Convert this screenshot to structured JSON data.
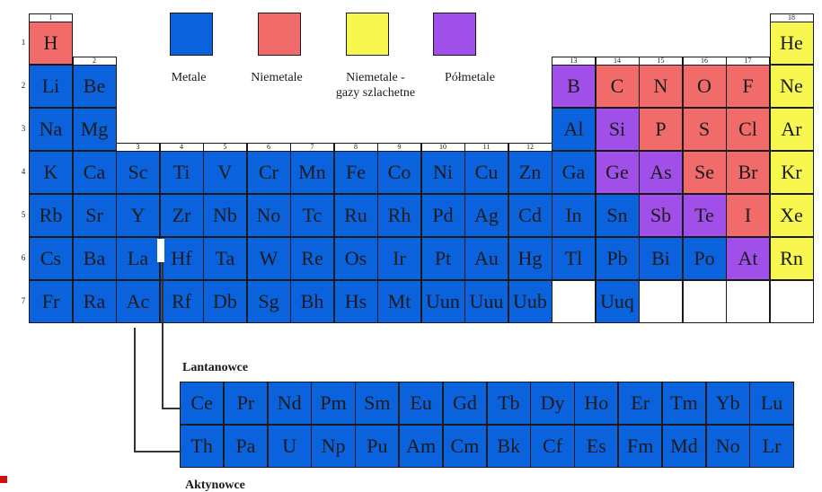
{
  "legend": [
    {
      "label": "Metale",
      "color": "#0a63dc"
    },
    {
      "label": "Niemetale",
      "color": "#f26b6b"
    },
    {
      "label": "Niemetale -\ngazy szlachetne",
      "color": "#f7f750"
    },
    {
      "label": "Półmetale",
      "color": "#a050e8"
    }
  ],
  "group_numbers": [
    "1",
    "2",
    "3",
    "4",
    "5",
    "6",
    "7",
    "8",
    "9",
    "10",
    "11",
    "12",
    "13",
    "14",
    "15",
    "16",
    "17",
    "18"
  ],
  "period_numbers": [
    "1",
    "2",
    "3",
    "4",
    "5",
    "6",
    "7"
  ],
  "elements": [
    {
      "s": "H",
      "t": "nonmetal",
      "r": 1,
      "c": 1
    },
    {
      "s": "He",
      "t": "noble",
      "r": 1,
      "c": 18
    },
    {
      "s": "Li",
      "t": "metal",
      "r": 2,
      "c": 1
    },
    {
      "s": "Be",
      "t": "metal",
      "r": 2,
      "c": 2
    },
    {
      "s": "B",
      "t": "metalloid",
      "r": 2,
      "c": 13
    },
    {
      "s": "C",
      "t": "nonmetal",
      "r": 2,
      "c": 14
    },
    {
      "s": "N",
      "t": "nonmetal",
      "r": 2,
      "c": 15
    },
    {
      "s": "O",
      "t": "nonmetal",
      "r": 2,
      "c": 16
    },
    {
      "s": "F",
      "t": "nonmetal",
      "r": 2,
      "c": 17
    },
    {
      "s": "Ne",
      "t": "noble",
      "r": 2,
      "c": 18
    },
    {
      "s": "Na",
      "t": "metal",
      "r": 3,
      "c": 1
    },
    {
      "s": "Mg",
      "t": "metal",
      "r": 3,
      "c": 2
    },
    {
      "s": "Al",
      "t": "metal",
      "r": 3,
      "c": 13
    },
    {
      "s": "Si",
      "t": "metalloid",
      "r": 3,
      "c": 14
    },
    {
      "s": "P",
      "t": "nonmetal",
      "r": 3,
      "c": 15
    },
    {
      "s": "S",
      "t": "nonmetal",
      "r": 3,
      "c": 16
    },
    {
      "s": "Cl",
      "t": "nonmetal",
      "r": 3,
      "c": 17
    },
    {
      "s": "Ar",
      "t": "noble",
      "r": 3,
      "c": 18
    },
    {
      "s": "K",
      "t": "metal",
      "r": 4,
      "c": 1
    },
    {
      "s": "Ca",
      "t": "metal",
      "r": 4,
      "c": 2
    },
    {
      "s": "Sc",
      "t": "metal",
      "r": 4,
      "c": 3
    },
    {
      "s": "Ti",
      "t": "metal",
      "r": 4,
      "c": 4
    },
    {
      "s": "V",
      "t": "metal",
      "r": 4,
      "c": 5
    },
    {
      "s": "Cr",
      "t": "metal",
      "r": 4,
      "c": 6
    },
    {
      "s": "Mn",
      "t": "metal",
      "r": 4,
      "c": 7
    },
    {
      "s": "Fe",
      "t": "metal",
      "r": 4,
      "c": 8
    },
    {
      "s": "Co",
      "t": "metal",
      "r": 4,
      "c": 9
    },
    {
      "s": "Ni",
      "t": "metal",
      "r": 4,
      "c": 10
    },
    {
      "s": "Cu",
      "t": "metal",
      "r": 4,
      "c": 11
    },
    {
      "s": "Zn",
      "t": "metal",
      "r": 4,
      "c": 12
    },
    {
      "s": "Ga",
      "t": "metal",
      "r": 4,
      "c": 13
    },
    {
      "s": "Ge",
      "t": "metalloid",
      "r": 4,
      "c": 14
    },
    {
      "s": "As",
      "t": "metalloid",
      "r": 4,
      "c": 15
    },
    {
      "s": "Se",
      "t": "nonmetal",
      "r": 4,
      "c": 16
    },
    {
      "s": "Br",
      "t": "nonmetal",
      "r": 4,
      "c": 17
    },
    {
      "s": "Kr",
      "t": "noble",
      "r": 4,
      "c": 18
    },
    {
      "s": "Rb",
      "t": "metal",
      "r": 5,
      "c": 1
    },
    {
      "s": "Sr",
      "t": "metal",
      "r": 5,
      "c": 2
    },
    {
      "s": "Y",
      "t": "metal",
      "r": 5,
      "c": 3
    },
    {
      "s": "Zr",
      "t": "metal",
      "r": 5,
      "c": 4
    },
    {
      "s": "Nb",
      "t": "metal",
      "r": 5,
      "c": 5
    },
    {
      "s": "No",
      "t": "metal",
      "r": 5,
      "c": 6
    },
    {
      "s": "Tc",
      "t": "metal",
      "r": 5,
      "c": 7
    },
    {
      "s": "Ru",
      "t": "metal",
      "r": 5,
      "c": 8
    },
    {
      "s": "Rh",
      "t": "metal",
      "r": 5,
      "c": 9
    },
    {
      "s": "Pd",
      "t": "metal",
      "r": 5,
      "c": 10
    },
    {
      "s": "Ag",
      "t": "metal",
      "r": 5,
      "c": 11
    },
    {
      "s": "Cd",
      "t": "metal",
      "r": 5,
      "c": 12
    },
    {
      "s": "In",
      "t": "metal",
      "r": 5,
      "c": 13
    },
    {
      "s": "Sn",
      "t": "metal",
      "r": 5,
      "c": 14
    },
    {
      "s": "Sb",
      "t": "metalloid",
      "r": 5,
      "c": 15
    },
    {
      "s": "Te",
      "t": "metalloid",
      "r": 5,
      "c": 16
    },
    {
      "s": "I",
      "t": "nonmetal",
      "r": 5,
      "c": 17
    },
    {
      "s": "Xe",
      "t": "noble",
      "r": 5,
      "c": 18
    },
    {
      "s": "Cs",
      "t": "metal",
      "r": 6,
      "c": 1
    },
    {
      "s": "Ba",
      "t": "metal",
      "r": 6,
      "c": 2
    },
    {
      "s": "La",
      "t": "metal",
      "r": 6,
      "c": 3
    },
    {
      "s": "Hf",
      "t": "metal",
      "r": 6,
      "c": 4
    },
    {
      "s": "Ta",
      "t": "metal",
      "r": 6,
      "c": 5
    },
    {
      "s": "W",
      "t": "metal",
      "r": 6,
      "c": 6
    },
    {
      "s": "Re",
      "t": "metal",
      "r": 6,
      "c": 7
    },
    {
      "s": "Os",
      "t": "metal",
      "r": 6,
      "c": 8
    },
    {
      "s": "Ir",
      "t": "metal",
      "r": 6,
      "c": 9
    },
    {
      "s": "Pt",
      "t": "metal",
      "r": 6,
      "c": 10
    },
    {
      "s": "Au",
      "t": "metal",
      "r": 6,
      "c": 11
    },
    {
      "s": "Hg",
      "t": "metal",
      "r": 6,
      "c": 12
    },
    {
      "s": "Tl",
      "t": "metal",
      "r": 6,
      "c": 13
    },
    {
      "s": "Pb",
      "t": "metal",
      "r": 6,
      "c": 14
    },
    {
      "s": "Bi",
      "t": "metal",
      "r": 6,
      "c": 15
    },
    {
      "s": "Po",
      "t": "metal",
      "r": 6,
      "c": 16
    },
    {
      "s": "At",
      "t": "metalloid",
      "r": 6,
      "c": 17
    },
    {
      "s": "Rn",
      "t": "noble",
      "r": 6,
      "c": 18
    },
    {
      "s": "Fr",
      "t": "metal",
      "r": 7,
      "c": 1
    },
    {
      "s": "Ra",
      "t": "metal",
      "r": 7,
      "c": 2
    },
    {
      "s": "Ac",
      "t": "metal",
      "r": 7,
      "c": 3
    },
    {
      "s": "Rf",
      "t": "metal",
      "r": 7,
      "c": 4
    },
    {
      "s": "Db",
      "t": "metal",
      "r": 7,
      "c": 5
    },
    {
      "s": "Sg",
      "t": "metal",
      "r": 7,
      "c": 6
    },
    {
      "s": "Bh",
      "t": "metal",
      "r": 7,
      "c": 7
    },
    {
      "s": "Hs",
      "t": "metal",
      "r": 7,
      "c": 8
    },
    {
      "s": "Mt",
      "t": "metal",
      "r": 7,
      "c": 9
    },
    {
      "s": "Uun",
      "t": "metal",
      "r": 7,
      "c": 10
    },
    {
      "s": "Uuu",
      "t": "metal",
      "r": 7,
      "c": 11
    },
    {
      "s": "Uub",
      "t": "metal",
      "r": 7,
      "c": 12
    },
    {
      "s": "",
      "t": "empty",
      "r": 7,
      "c": 13
    },
    {
      "s": "Uuq",
      "t": "metal",
      "r": 7,
      "c": 14
    },
    {
      "s": "",
      "t": "empty",
      "r": 7,
      "c": 15
    },
    {
      "s": "",
      "t": "empty",
      "r": 7,
      "c": 16
    },
    {
      "s": "",
      "t": "empty",
      "r": 7,
      "c": 17
    },
    {
      "s": "",
      "t": "empty",
      "r": 7,
      "c": 18
    }
  ],
  "lanthanides_label": "Lantanowce",
  "actinides_label": "Aktynowce",
  "lanthanides": [
    "Ce",
    "Pr",
    "Nd",
    "Pm",
    "Sm",
    "Eu",
    "Gd",
    "Tb",
    "Dy",
    "Ho",
    "Er",
    "Tm",
    "Yb",
    "Lu"
  ],
  "actinides": [
    "Th",
    "Pa",
    "U",
    "Np",
    "Pu",
    "Am",
    "Cm",
    "Bk",
    "Cf",
    "Es",
    "Fm",
    "Md",
    "No",
    "Lr"
  ]
}
